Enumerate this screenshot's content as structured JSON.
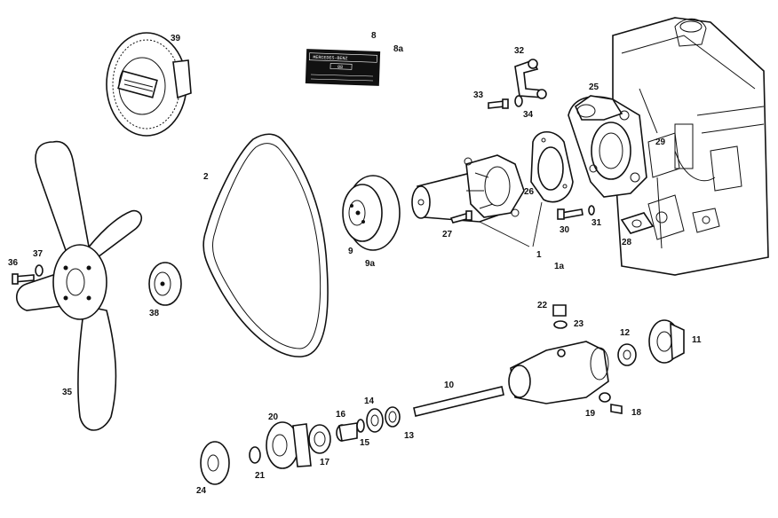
{
  "diagram": {
    "plate": {
      "brand": "MERCEDES-BENZ",
      "code": "08"
    },
    "callouts": {
      "c1": "1",
      "c1a": "1a",
      "c2": "2",
      "c8": "8",
      "c8a": "8a",
      "c9": "9",
      "c9a": "9a",
      "c10": "10",
      "c11": "11",
      "c12": "12",
      "c13": "13",
      "c14": "14",
      "c15": "15",
      "c16": "16",
      "c17": "17",
      "c18": "18",
      "c19": "19",
      "c20": "20",
      "c21": "21",
      "c22": "22",
      "c23": "23",
      "c24": "24",
      "c25": "25",
      "c26": "26",
      "c27": "27",
      "c28": "28",
      "c29": "29",
      "c30": "30",
      "c31": "31",
      "c32": "32",
      "c33": "33",
      "c34": "34",
      "c35": "35",
      "c36": "36",
      "c37": "37",
      "c38": "38",
      "c39": "39"
    }
  }
}
